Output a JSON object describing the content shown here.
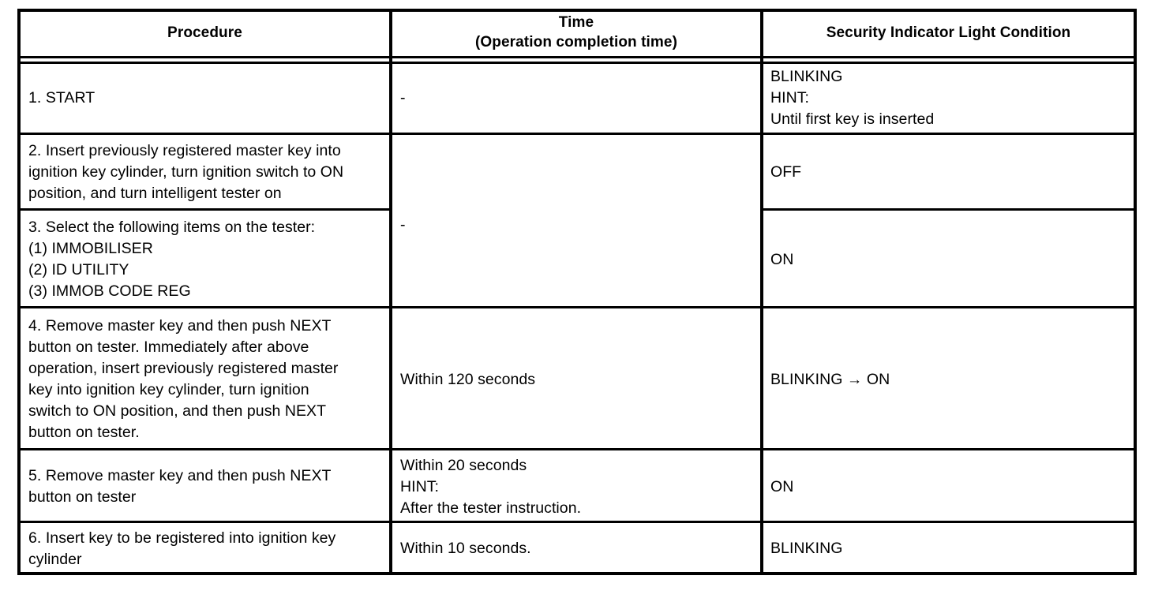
{
  "document": {
    "type": "procedure-table",
    "title": "Immobiliser Key Registration Procedure"
  },
  "table": {
    "columns": [
      {
        "id": "procedure",
        "header": "Procedure"
      },
      {
        "id": "time",
        "header_line1": "Time",
        "header_line2": "(Operation completion time)"
      },
      {
        "id": "condition",
        "header": "Security Indicator Light Condition"
      }
    ],
    "rows": [
      {
        "step": "1",
        "procedure_lines": [
          "1. START"
        ],
        "time_lines": [
          "-"
        ],
        "condition_lines": [
          "BLINKING",
          "HINT:",
          "Until first key is inserted"
        ]
      },
      {
        "step": "2",
        "procedure_lines": [
          "2. Insert previously registered master key into",
          "ignition key cylinder, turn ignition switch to ON",
          "position, and turn intelligent tester on"
        ],
        "time_lines": [
          "-"
        ],
        "time_merged_with_next": true,
        "condition_lines": [
          "OFF"
        ]
      },
      {
        "step": "3",
        "procedure_lines": [
          "3. Select the following items on the tester:",
          "(1) IMMOBILISER",
          "(2) ID UTILITY",
          "(3) IMMOB CODE REG"
        ],
        "time_lines": [],
        "condition_lines": [
          "ON"
        ]
      },
      {
        "step": "4",
        "procedure_lines": [
          "4. Remove master key and then push NEXT",
          "button on tester. Immediately after above",
          "operation, insert previously registered master",
          "key into ignition key cylinder, turn ignition",
          "switch to ON position, and then push NEXT",
          "button on tester."
        ],
        "time_lines": [
          "Within 120 seconds"
        ],
        "condition_lines": [
          "BLINKING → ON"
        ]
      },
      {
        "step": "5",
        "procedure_lines": [
          "5. Remove master key and then push NEXT",
          "button on tester"
        ],
        "time_lines": [
          "Within 20 seconds",
          "HINT:",
          "After the tester instruction."
        ],
        "condition_lines": [
          "ON"
        ]
      },
      {
        "step": "6",
        "procedure_lines": [
          "6. Insert key to be registered into ignition key",
          "cylinder"
        ],
        "time_lines": [
          "Within 10 seconds."
        ],
        "condition_lines": [
          "BLINKING"
        ]
      }
    ]
  },
  "style": {
    "text_color": "#000000",
    "background_color": "#ffffff",
    "rule_color": "#000000"
  }
}
